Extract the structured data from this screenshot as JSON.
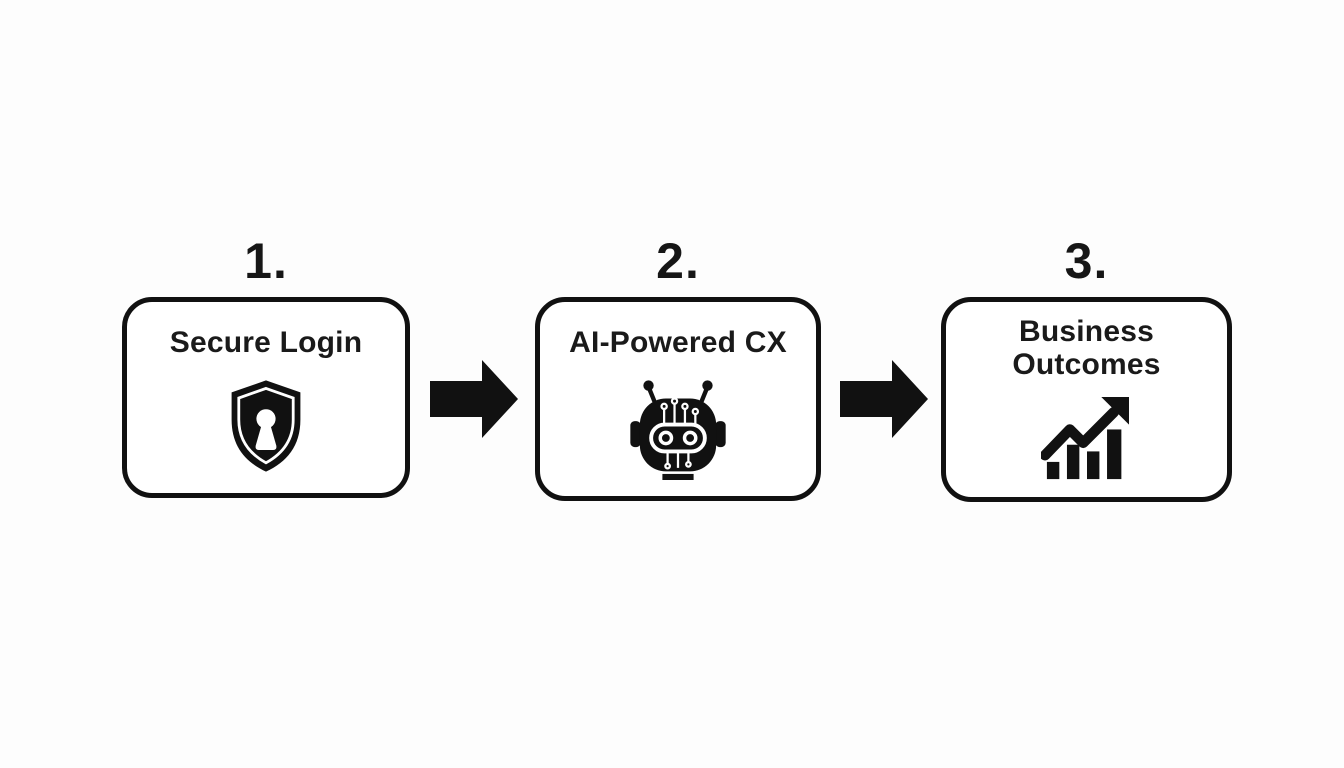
{
  "diagram": {
    "title": "Three-step flow diagram",
    "background_color": "#fdfdfd",
    "ink_color": "#111111",
    "steps": [
      {
        "number": "1.",
        "label": "Secure Login",
        "icon": "shield-keyhole-icon"
      },
      {
        "number": "2.",
        "label": "AI-Powered CX",
        "icon": "robot-icon"
      },
      {
        "number": "3.",
        "label": "Business Outcomes",
        "icon": "growth-chart-icon"
      }
    ],
    "connector": {
      "shape": "solid-right-block-arrow",
      "count": 2
    }
  }
}
